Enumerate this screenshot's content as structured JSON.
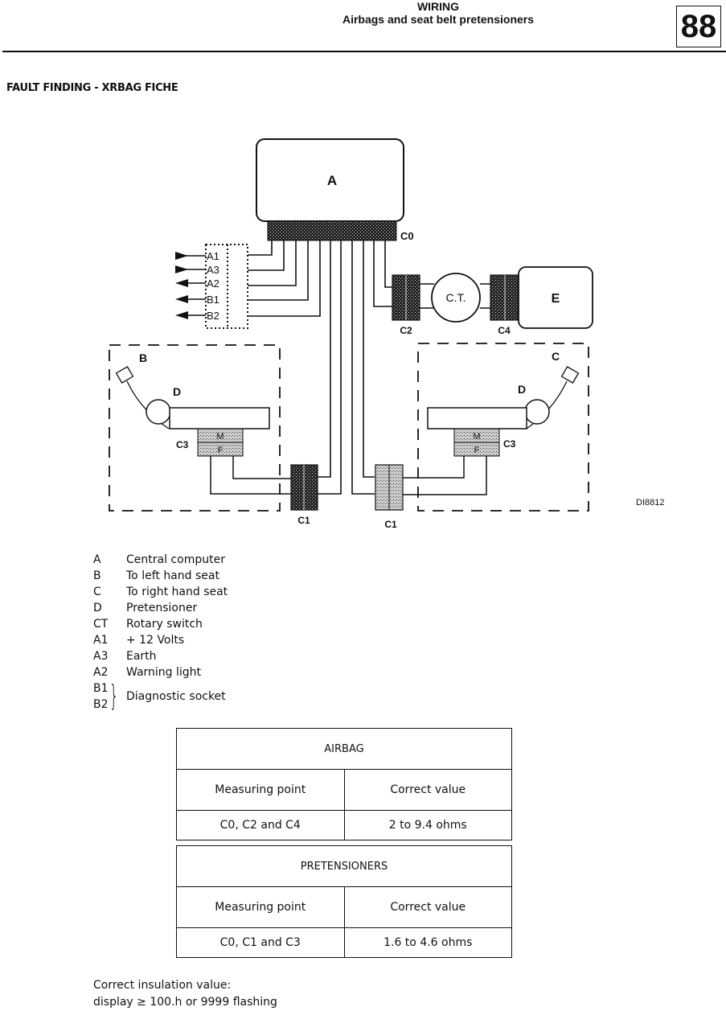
{
  "header": {
    "category": "WIRING",
    "subtitle": "Airbags and seat belt pretensioners",
    "page_number": "88"
  },
  "section_title": "FAULT FINDING - XRBAG FICHE",
  "diagram": {
    "reference": "DI8812",
    "labels": {
      "central_computer": "A",
      "left_seat": "B",
      "right_seat": "C",
      "pretensioner": "D",
      "component_e": "E",
      "rotary_switch": "C.T.",
      "c0": "C0",
      "c1": "C1",
      "c2": "C2",
      "c3": "C3",
      "c4": "C4",
      "male": "M",
      "female": "F"
    },
    "pins": [
      {
        "id": "A1",
        "direction": "in"
      },
      {
        "id": "A3",
        "direction": "in"
      },
      {
        "id": "A2",
        "direction": "out"
      },
      {
        "id": "B1",
        "direction": "out"
      },
      {
        "id": "B2",
        "direction": "out"
      }
    ]
  },
  "legend": [
    {
      "key": "A",
      "value": "Central computer"
    },
    {
      "key": "B",
      "value": "To left hand seat"
    },
    {
      "key": "C",
      "value": "To right hand seat"
    },
    {
      "key": "D",
      "value": "Pretensioner"
    },
    {
      "key": "CT",
      "value": "Rotary switch"
    },
    {
      "key": "A1",
      "value": "+ 12 Volts"
    },
    {
      "key": "A3",
      "value": "Earth"
    },
    {
      "key": "A2",
      "value": "Warning light"
    }
  ],
  "legend_group": {
    "keys": [
      "B1",
      "B2"
    ],
    "value": "Diagnostic socket"
  },
  "tables": {
    "airbag": {
      "title": "AIRBAG",
      "columns": [
        "Measuring point",
        "Correct value"
      ],
      "rows": [
        {
          "point": "C0, C2 and C4",
          "value": "2 to 9.4 ohms"
        }
      ]
    },
    "pretensioners": {
      "title": "PRETENSIONERS",
      "columns": [
        "Measuring point",
        "Correct value"
      ],
      "rows": [
        {
          "point": "C0, C1 and C3",
          "value": "1.6 to 4.6 ohms"
        }
      ]
    }
  },
  "insulation": {
    "line1": "Correct insulation value:",
    "line2": "display ≥ 100.h or 9999 flashing"
  }
}
